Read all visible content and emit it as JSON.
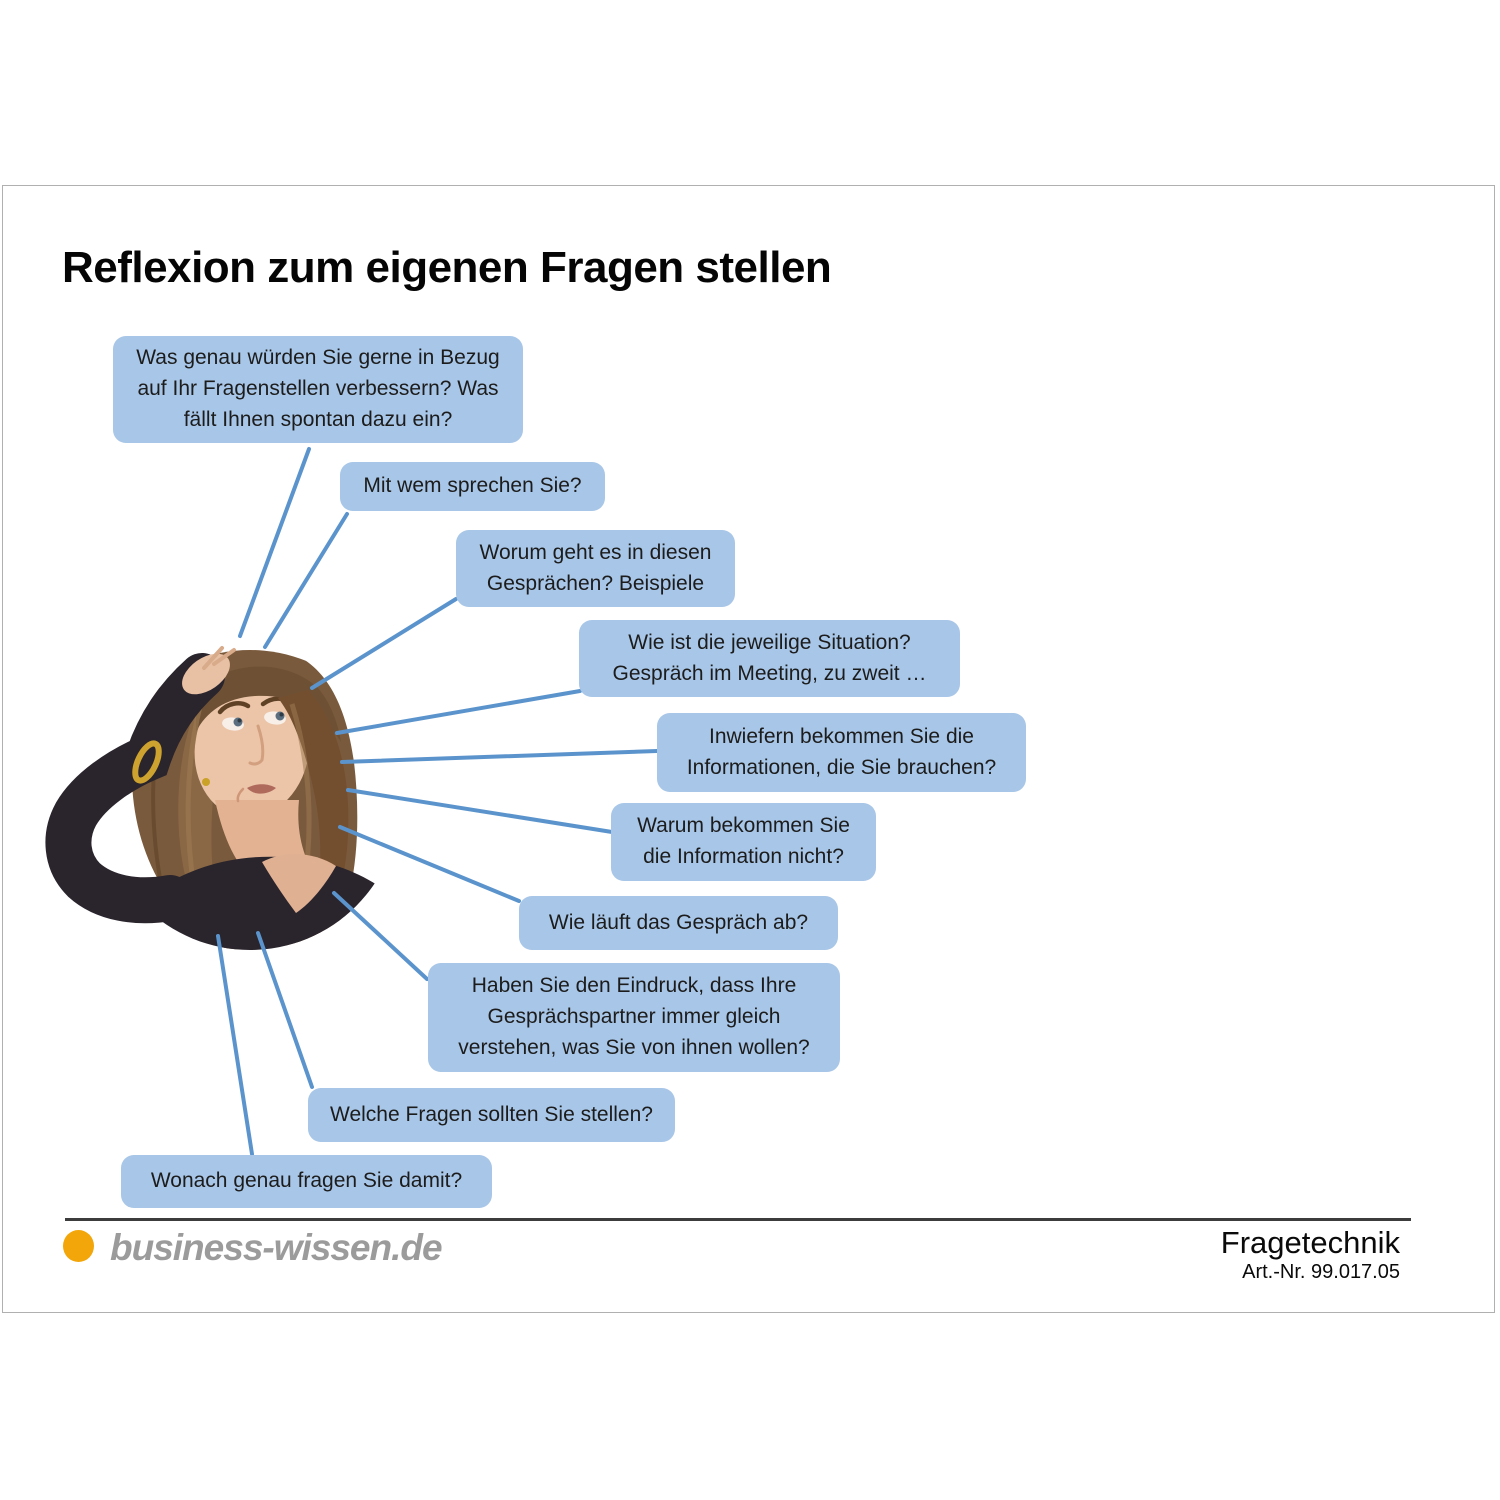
{
  "slide": {
    "title": "Reflexion zum eigenen Fragen stellen"
  },
  "bubbles": [
    {
      "text": "Was genau würden Sie gerne in Bezug\nauf Ihr Fragenstellen verbessern? Was\nfällt Ihnen spontan dazu ein?"
    },
    {
      "text": "Mit wem sprechen Sie?"
    },
    {
      "text": "Worum geht es in diesen\nGesprächen? Beispiele"
    },
    {
      "text": "Wie ist die jeweilige Situation?\nGespräch im Meeting, zu zweit …"
    },
    {
      "text": "Inwiefern bekommen Sie die\nInformationen, die Sie brauchen?"
    },
    {
      "text": "Warum bekommen Sie\ndie Information nicht?"
    },
    {
      "text": "Wie läuft das Gespräch ab?"
    },
    {
      "text": "Haben Sie den Eindruck, dass Ihre\nGesprächspartner immer gleich\nverstehen, was Sie von ihnen wollen?"
    },
    {
      "text": "Welche Fragen sollten Sie stellen?"
    },
    {
      "text": "Wonach genau fragen Sie damit?"
    }
  ],
  "photo": {
    "alt": "Frau kratzt sich nachdenklich am Kopf"
  },
  "footer": {
    "brand": "business-wissen.de",
    "topic": "Fragetechnik",
    "article_no": "Art.-Nr. 99.017.05"
  },
  "colors": {
    "bubble_fill": "#A8C6E7",
    "connector_line": "#5B94CC",
    "brand_orange": "#F2A60A",
    "brand_gray": "#9B9B9B",
    "footer_rule": "#3C3C3C"
  }
}
